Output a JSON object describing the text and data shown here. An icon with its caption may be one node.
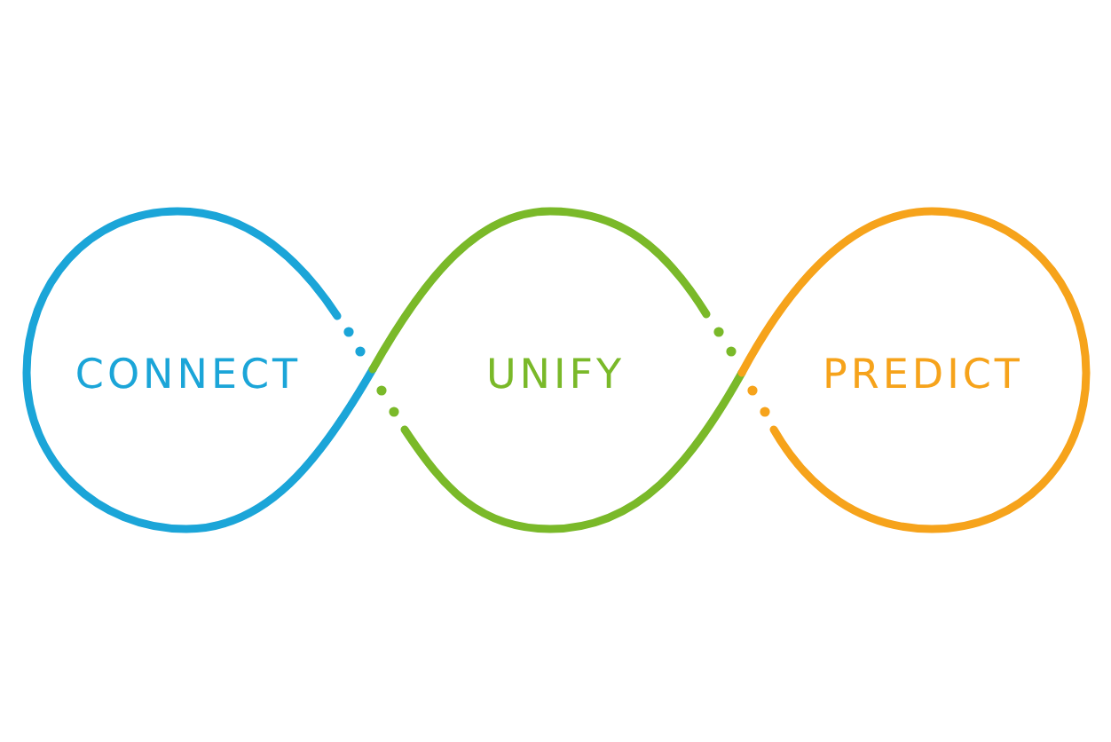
{
  "diagram": {
    "nodes": [
      {
        "text": [
          "CONNECT"
        ]
      },
      {
        "text": [
          "UNIFY"
        ]
      },
      {
        "text": [
          "PREDICT"
        ]
      }
    ]
  }
}
